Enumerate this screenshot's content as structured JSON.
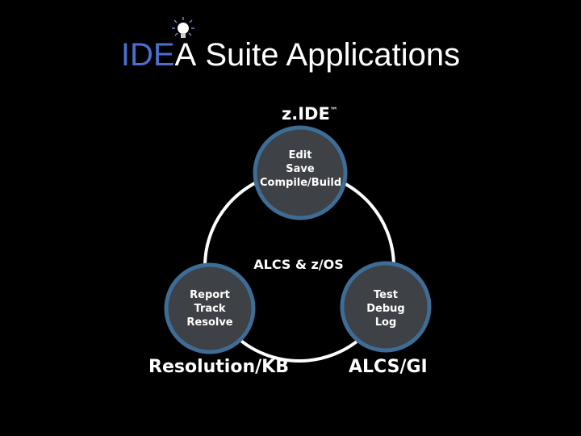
{
  "title": {
    "brand_blue": "IDE",
    "brand_white": "A",
    "rest": "Suite Applications"
  },
  "center_label": "ALCS & z/OS",
  "top": {
    "product": "z.IDE",
    "trademark": "™",
    "lines": [
      "Edit",
      "Save",
      "Compile/Build"
    ]
  },
  "left": {
    "product": "Resolution/KB",
    "lines": [
      "Report",
      "Track",
      "Resolve"
    ]
  },
  "right": {
    "product": "ALCS/GI",
    "lines": [
      "Test",
      "Debug",
      "Log"
    ]
  },
  "colors": {
    "background": "#000000",
    "brand_blue": "#4a6fd0",
    "node_fill": "#3e4145",
    "node_stroke": "#3d6d96",
    "ring": "#ffffff"
  },
  "icons": {
    "title_icon": "lightbulb-icon"
  }
}
